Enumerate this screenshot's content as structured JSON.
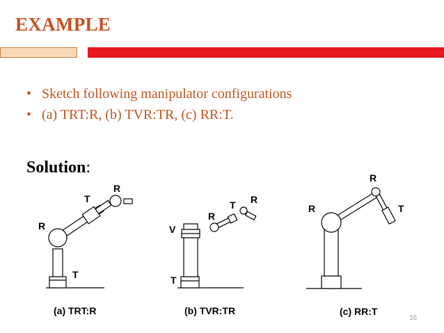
{
  "title": "EXAMPLE",
  "bullets": [
    "Sketch following manipulator configurations",
    "(a) TRT:R, (b) TVR:TR, (c) RR:T."
  ],
  "solution": {
    "label": "Solution",
    "colon": ":"
  },
  "diagram_a": {
    "caption": "(a) TRT:R",
    "joints": {
      "base": "T",
      "shoulder": "R",
      "arm": "T",
      "wrist": "R"
    }
  },
  "diagram_b": {
    "caption": "(b) TVR:TR",
    "joints": {
      "base": "T",
      "vertical": "V",
      "elbow": "R",
      "arm": "T",
      "wrist": "R"
    }
  },
  "diagram_c": {
    "caption": "(c) RR:T",
    "joints": {
      "shoulder": "R",
      "elbow": "R",
      "wrist": "T"
    }
  },
  "page_number": "16",
  "colors": {
    "title": "#c8501e",
    "accent_bar": "#e5191e",
    "bullet_text": "#c0561e"
  }
}
